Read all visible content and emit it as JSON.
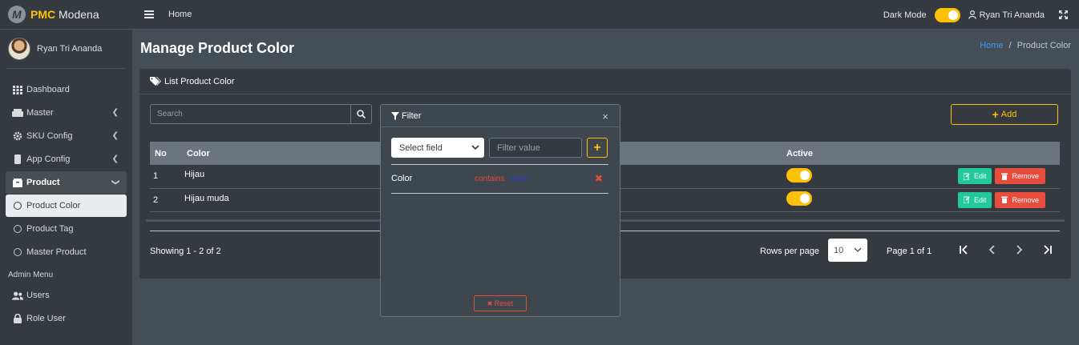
{
  "brand": {
    "strong": "PMC",
    "rest": " Modena",
    "logo_letter": "M"
  },
  "sidebar": {
    "user": "Ryan Tri Ananda",
    "items": [
      {
        "label": "Dashboard",
        "icon": "grid-icon"
      },
      {
        "label": "Master",
        "icon": "database-icon"
      },
      {
        "label": "SKU Config",
        "icon": "gear-icon"
      },
      {
        "label": "App Config",
        "icon": "mobile-icon"
      },
      {
        "label": "Product",
        "icon": "box-icon"
      },
      {
        "label": "Product Color",
        "icon": "circle-icon"
      },
      {
        "label": "Product Tag",
        "icon": "circle-icon"
      },
      {
        "label": "Master Product",
        "icon": "circle-icon"
      }
    ],
    "admin_header": "Admin Menu",
    "admin_items": [
      {
        "label": "Users",
        "icon": "users-icon"
      },
      {
        "label": "Role User",
        "icon": "lock-icon"
      }
    ]
  },
  "topbar": {
    "home": "Home",
    "dark_mode": "Dark Mode",
    "user": "Ryan Tri Ananda"
  },
  "page": {
    "title": "Manage Product Color",
    "breadcrumb_home": "Home",
    "breadcrumb_sep": "/",
    "breadcrumb_current": "Product Color"
  },
  "card": {
    "title": "List Product Color",
    "search_placeholder": "Search",
    "add_label": "Add",
    "columns": {
      "no": "No",
      "color": "Color",
      "active": "Active"
    },
    "rows": [
      {
        "no": "1",
        "color": "Hijau",
        "active": true
      },
      {
        "no": "2",
        "color": "Hijau muda",
        "active": true
      }
    ],
    "edit_label": "Edit",
    "remove_label": "Remove",
    "showing": "Showing 1 - 2 of 2",
    "rows_per_page": "Rows per page",
    "rows_value": "10",
    "page_info": "Page 1 of 1"
  },
  "filter": {
    "title": "Filter",
    "close": "×",
    "select_placeholder": "Select field",
    "value_placeholder": "Filter value",
    "add": "+",
    "rule": {
      "field": "Color",
      "op": "contains",
      "value": "hijau",
      "remove": "✖"
    },
    "reset": "Reset",
    "reset_icon": "✖"
  },
  "colors": {
    "accent": "#ffc107",
    "danger": "#e74c3c",
    "success": "#20c997",
    "link": "#3f9bff"
  }
}
